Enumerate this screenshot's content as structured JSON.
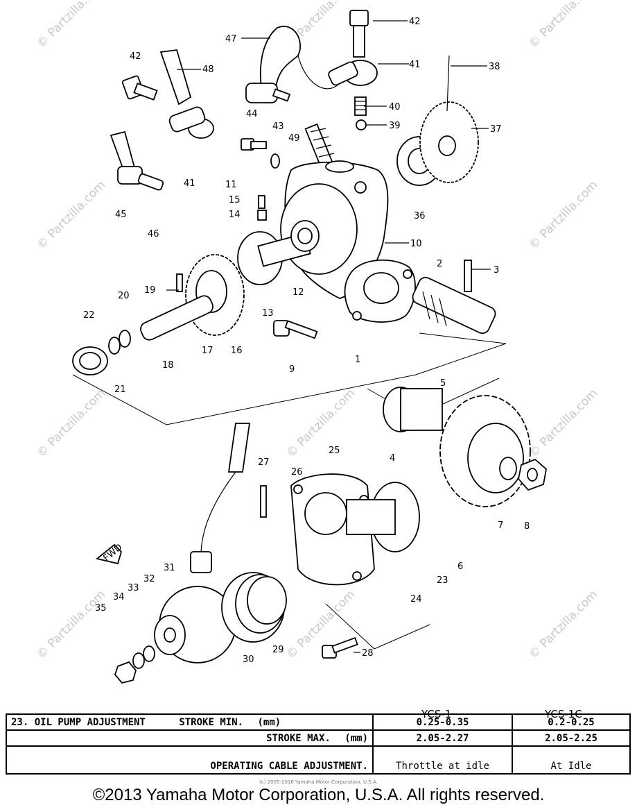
{
  "watermark": "© Partzilla.com",
  "fwd_label": "FWD",
  "callouts": [
    "1",
    "2",
    "3",
    "4",
    "5",
    "6",
    "7",
    "8",
    "9",
    "10",
    "11",
    "12",
    "13",
    "14",
    "15",
    "16",
    "17",
    "18",
    "19",
    "20",
    "21",
    "22",
    "23",
    "24",
    "25",
    "26",
    "27",
    "28",
    "29",
    "30",
    "31",
    "32",
    "33",
    "34",
    "35",
    "36",
    "37",
    "38",
    "39",
    "40",
    "41",
    "41",
    "42",
    "42",
    "43",
    "44",
    "45",
    "46",
    "47",
    "48",
    "49"
  ],
  "spec": {
    "col_a": "YCS-1",
    "col_b": "YCS-1C",
    "row1_label": "23. OIL PUMP ADJUSTMENT",
    "row1_sub": "STROKE MIN.",
    "row1_unit": "(mm)",
    "row1_a": "0.25-0.35",
    "row1_b": "0.2-0.25",
    "row2_sub": "STROKE MAX.",
    "row2_unit": "(mm)",
    "row2_a": "2.05-2.27",
    "row2_b": "2.05-2.25",
    "row3_label": "OPERATING CABLE ADJUSTMENT.",
    "row3_a": "Throttle at idle",
    "row3_b": "At Idle"
  },
  "small_print": "(c) 2005-2016 Yamaha Motor Corporation, U.S.A.",
  "copyright": "©2013 Yamaha Motor Corporation, U.S.A. All rights reserved."
}
